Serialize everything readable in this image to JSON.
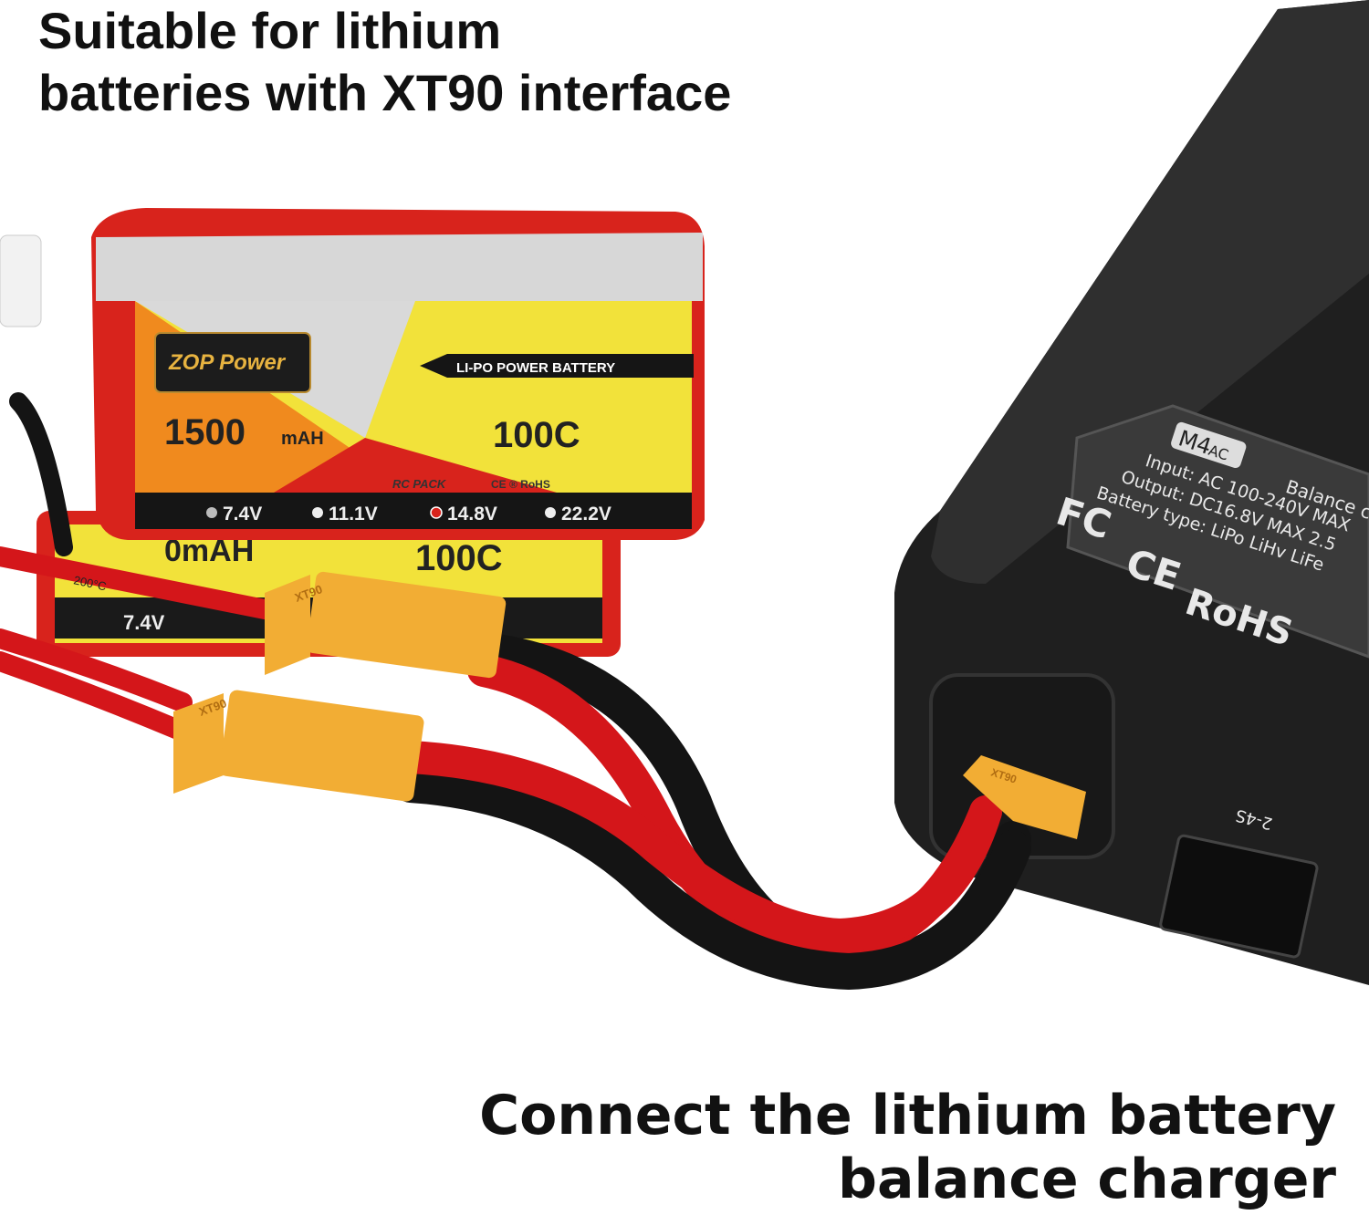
{
  "headline": {
    "line1": "Suitable for lithium",
    "line2": "batteries with XT90 interface"
  },
  "footer": {
    "line1": "Connect the lithium battery",
    "line2": "balance charger"
  },
  "battery": {
    "brand": "ZOP Power",
    "type_banner": "LI-PO POWER BATTERY",
    "capacity": "1500",
    "capacity_unit": "mAH",
    "discharge": "100C",
    "pack_label": "RC PACK",
    "cert_marks": "CE ® RoHS",
    "voltages": [
      "7.4V",
      "11.1V",
      "14.8V",
      "22.2V"
    ],
    "selected_voltage": "14.8V",
    "cable_print": "200°C"
  },
  "second_battery": {
    "capacity_partial": "0mAH",
    "discharge": "100C",
    "voltage_partial": "7.4V"
  },
  "connector": {
    "label": "XT90"
  },
  "charger": {
    "model": "M4",
    "model_suffix": "AC",
    "title_partial": "Balance c",
    "input": "Input: AC 100-240V  MAX",
    "output": "Output: DC16.8V  MAX 2.5",
    "battery_type": "Battery type: LiPo  LiHv  LiFe",
    "cert_fc": "FC",
    "cert_ce": "CE",
    "cert_rohs": "RoHS",
    "port_label": "2-4S"
  },
  "colors": {
    "battery_red": "#d8231c",
    "battery_yellow": "#f2e23a",
    "battery_orange": "#f08a1e",
    "connector_yellow": "#f2ad34",
    "charger_body": "#2a2a2a",
    "wire_red": "#d4161a",
    "wire_black": "#141414"
  }
}
